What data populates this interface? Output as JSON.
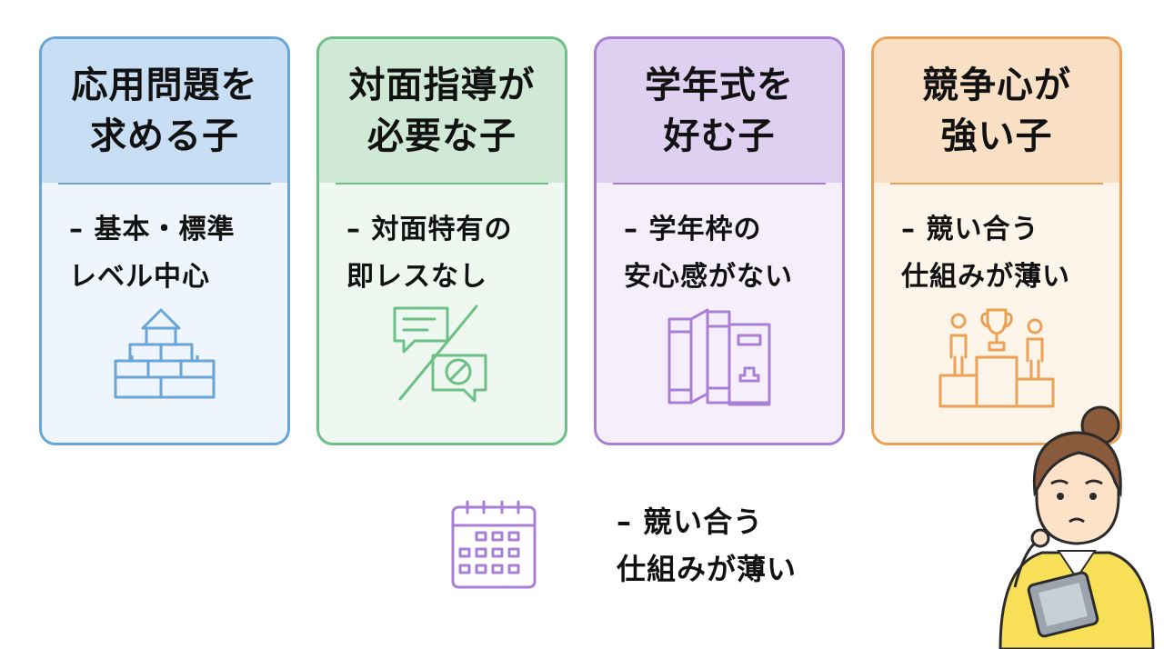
{
  "cards": [
    {
      "title": "応用問題を\n求める子",
      "note": "– 基本・標準\n  レベル中心",
      "icon": "pyramid-blocks-icon",
      "color": "#6aa5d8"
    },
    {
      "title": "対面指導が\n必要な子",
      "note": "– 対面特有の\n  即レスなし",
      "icon": "no-chat-icon",
      "color": "#6cbf85"
    },
    {
      "title": "学年式を\n好む子",
      "note": "– 学年枠の\n  安心感がない",
      "icon": "textbooks-icon",
      "color": "#a97fd6"
    },
    {
      "title": "競争心が\n強い子",
      "note": "– 競い合う\n  仕組みが薄い",
      "icon": "podium-trophy-icon",
      "color": "#eba257"
    }
  ],
  "bottom": {
    "note": "– 競い合う\n  仕組みが薄い",
    "icon": "calendar-icon"
  },
  "person_icon": "worried-woman-tablet-icon"
}
